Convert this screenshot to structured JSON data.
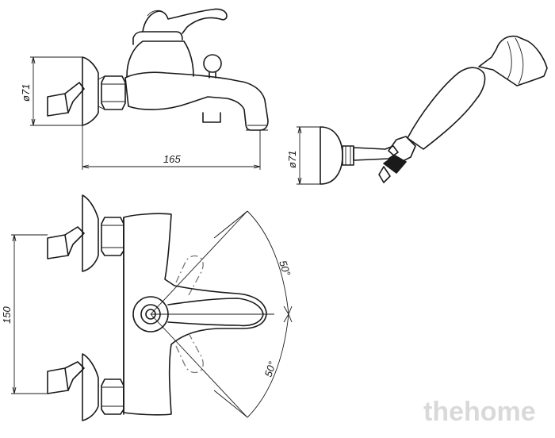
{
  "dimensions": {
    "flange_diameter_left": "ø71",
    "spout_length": "165",
    "flange_diameter_right": "ø71",
    "height": "150",
    "angle_upper": "50°",
    "angle_lower": "50°"
  },
  "watermark": "thehome",
  "colors": {
    "line": "#1a1a1a",
    "hidden_line": "#777777",
    "watermark": "#d9d9d9"
  }
}
